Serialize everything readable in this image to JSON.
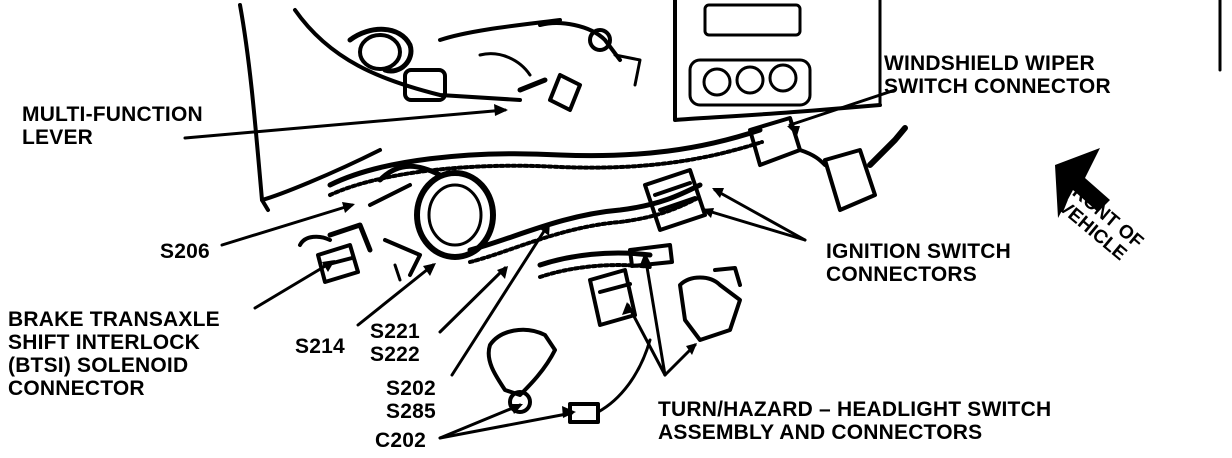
{
  "labels": {
    "multi_function_lever": [
      "MULTI-FUNCTION",
      "LEVER"
    ],
    "windshield_wiper": [
      "WINDSHIELD WIPER",
      "SWITCH CONNECTOR"
    ],
    "front_of_vehicle": [
      "FRONT OF",
      "VEHICLE"
    ],
    "ignition_switch": [
      "IGNITION SWITCH",
      "CONNECTORS"
    ],
    "s206": "S206",
    "btsi": [
      "BRAKE TRANSAXLE",
      "SHIFT INTERLOCK",
      "(BTSI) SOLENOID",
      "CONNECTOR"
    ],
    "s214": "S214",
    "s221_s222": [
      "S221",
      "S222"
    ],
    "s202_s285": [
      "S202",
      "S285"
    ],
    "c202": "C202",
    "turn_hazard": [
      "TURN/HAZARD – HEADLIGHT SWITCH",
      "ASSEMBLY AND CONNECTORS"
    ]
  }
}
